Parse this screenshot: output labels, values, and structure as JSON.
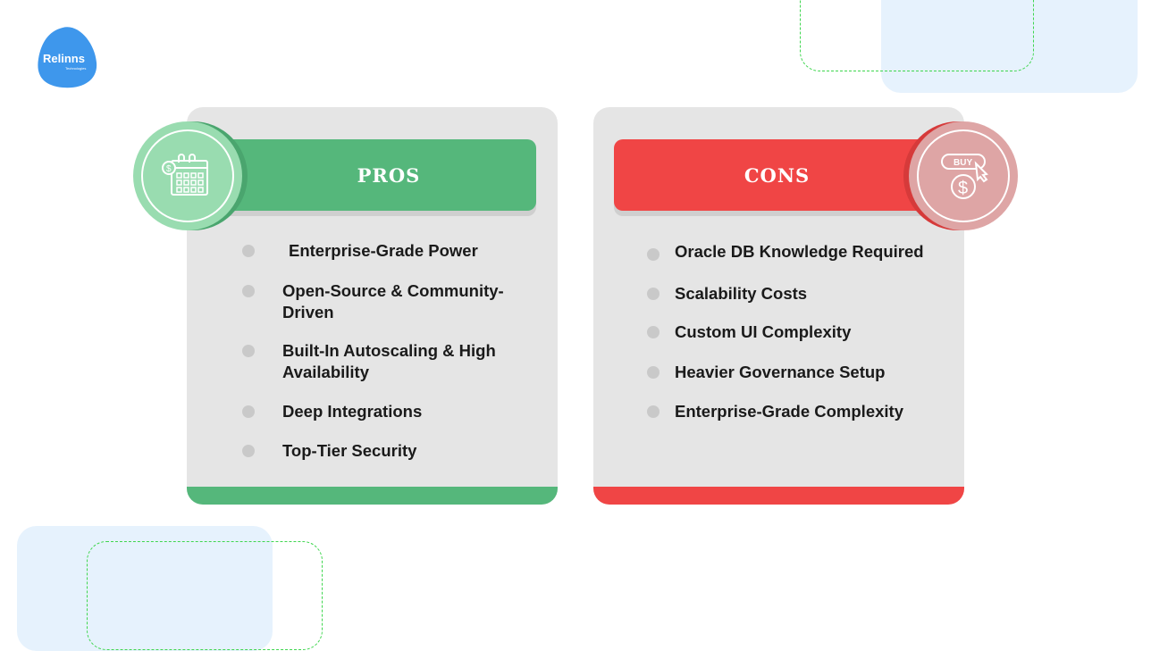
{
  "logo": {
    "name": "Relinns",
    "subtitle": "Technologies"
  },
  "pros": {
    "title": "PROS",
    "icon": "calendar-dollar-icon",
    "color": "#55b77b",
    "items": [
      "Enterprise-Grade Power",
      "Open-Source & Community-Driven",
      "Built-In Autoscaling & High Availability",
      "Deep Integrations",
      "Top-Tier Security"
    ]
  },
  "cons": {
    "title": "CONS",
    "icon": "buy-dollar-icon",
    "icon_text": "BUY",
    "color": "#f04545",
    "items": [
      "Oracle DB Knowledge Required",
      "Scalability Costs",
      "Custom UI Complexity",
      "Heavier Governance Setup",
      "Enterprise-Grade Complexity"
    ]
  }
}
